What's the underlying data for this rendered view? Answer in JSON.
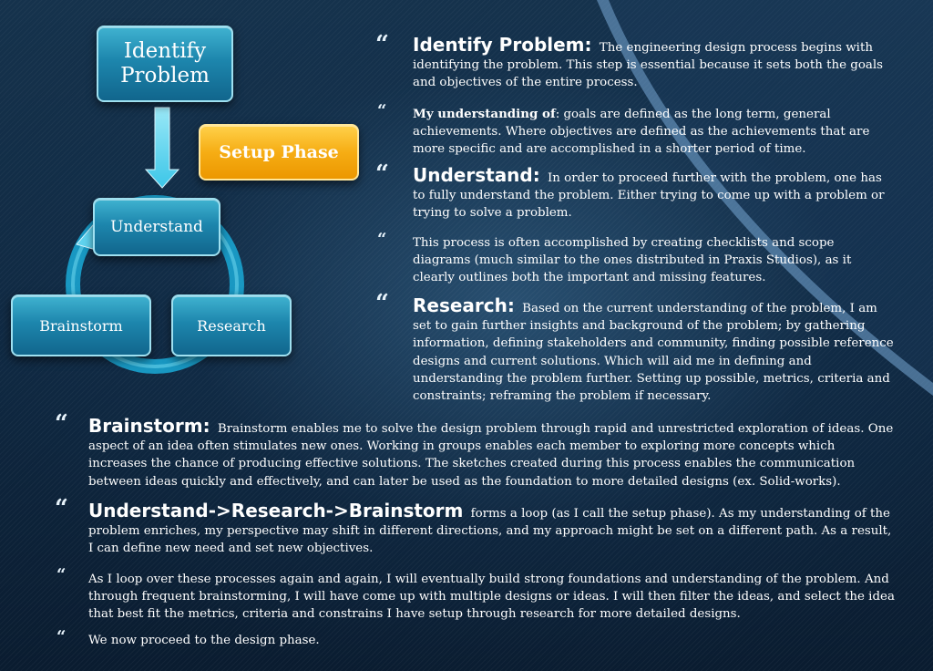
{
  "diagram": {
    "identify_label": "Identify Problem",
    "setup_label": "Setup Phase",
    "understand_label": "Understand",
    "brainstorm_label": "Brainstorm",
    "research_label": "Research",
    "colors": {
      "box_blue": "#1d86ad",
      "box_orange": "#f6ad14",
      "arrow": "#57d4ef"
    }
  },
  "quote_mark": "“",
  "paragraphs": {
    "identify": {
      "heading": "Identify Problem:",
      "text": "The engineering design process begins with identifying the problem. This step is essential because it sets both the goals and objectives of the entire process."
    },
    "understanding": {
      "lead": "My understanding of",
      "text": ": goals are defined as the long term, general achievements.  Where objectives are defined as the achievements that are more specific and are accomplished in a shorter period of time."
    },
    "understand": {
      "heading": "Understand:",
      "text": "In order to proceed further with the problem, one has to fully understand the problem. Either trying to come up with a problem or trying to solve a problem."
    },
    "checklists": {
      "text": "This process is often accomplished by creating checklists and scope diagrams (much similar to the ones distributed in Praxis Studios), as it clearly outlines both the important and missing features."
    },
    "research": {
      "heading": "Research:",
      "text": "Based on the current understanding of the problem, I am set to gain further insights and background of the problem; by gathering information, defining stakeholders and community, finding possible reference designs and current solutions.  Which will aid me in defining and understanding the problem further. Setting up possible, metrics, criteria and constraints; reframing the problem if necessary."
    },
    "brainstorm": {
      "heading": "Brainstorm:",
      "text": "Brainstorm enables me to solve the design problem through rapid and unrestricted exploration of ideas. One aspect of an idea often stimulates new ones. Working in groups enables each member  to exploring more concepts which increases the chance of producing effective solutions. The sketches created during this process enables the communication between ideas quickly and effectively, and can later be used as the foundation to more detailed designs (ex. Solid-works)."
    },
    "loop": {
      "heading": "Understand->Research->Brainstorm",
      "text": "forms a loop (as I call the setup phase). As my understanding of the problem enriches, my perspective may shift in different directions, and my approach might be set on a different path. As a result, I can define new need and set new objectives."
    },
    "repeat": {
      "text": "As I loop over these processes again and again, I will eventually build strong foundations and understanding of the problem. And through frequent brainstorming, I will have come up with multiple designs or ideas. I will then filter the ideas, and select the idea that best fit the metrics, criteria and constrains I have setup through research for more detailed designs."
    },
    "proceed": {
      "text": "We now proceed to the design phase."
    }
  }
}
